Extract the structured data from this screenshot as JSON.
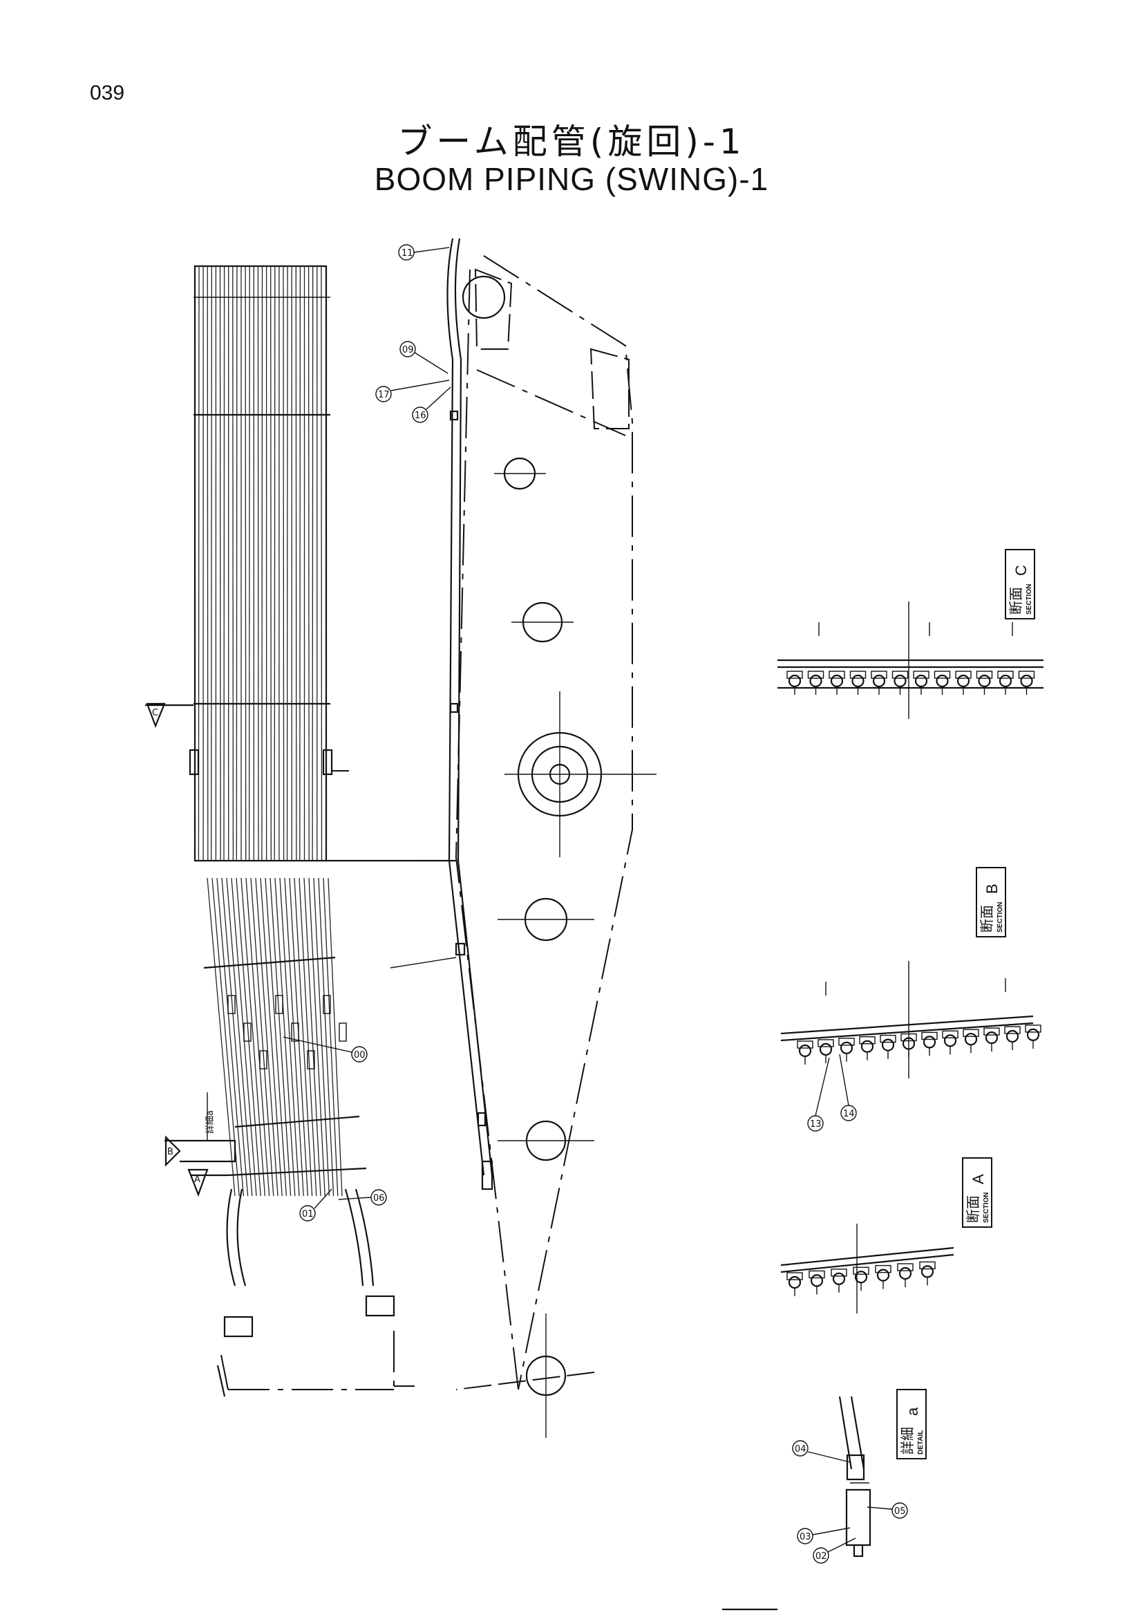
{
  "page": {
    "number": "039"
  },
  "title": {
    "jp": "ブーム配管(旋回)-1",
    "en": "BOOM PIPING (SWING)-1"
  },
  "callouts": [
    {
      "id": "c11",
      "text": "11"
    },
    {
      "id": "c09",
      "text": "09"
    },
    {
      "id": "c17",
      "text": "17"
    },
    {
      "id": "c16",
      "text": "16"
    },
    {
      "id": "c00",
      "text": "00"
    },
    {
      "id": "c06",
      "text": "06"
    },
    {
      "id": "c01",
      "text": "01"
    },
    {
      "id": "c13",
      "text": "13"
    },
    {
      "id": "c14",
      "text": "14"
    },
    {
      "id": "c04",
      "text": "04"
    },
    {
      "id": "c05",
      "text": "05"
    },
    {
      "id": "c03",
      "text": "03"
    },
    {
      "id": "c02",
      "text": "02"
    }
  ],
  "sections": [
    {
      "jp": "断面",
      "en": "SECTION",
      "letter": "C"
    },
    {
      "jp": "断面",
      "en": "SECTION",
      "letter": "B"
    },
    {
      "jp": "断面",
      "en": "SECTION",
      "letter": "A"
    },
    {
      "jp": "詳細",
      "en": "DETAIL",
      "letter": "a"
    }
  ],
  "notes": {
    "detail_ref": "詳細a"
  },
  "arrows": {
    "c": "C",
    "b": "B",
    "a": "A"
  }
}
